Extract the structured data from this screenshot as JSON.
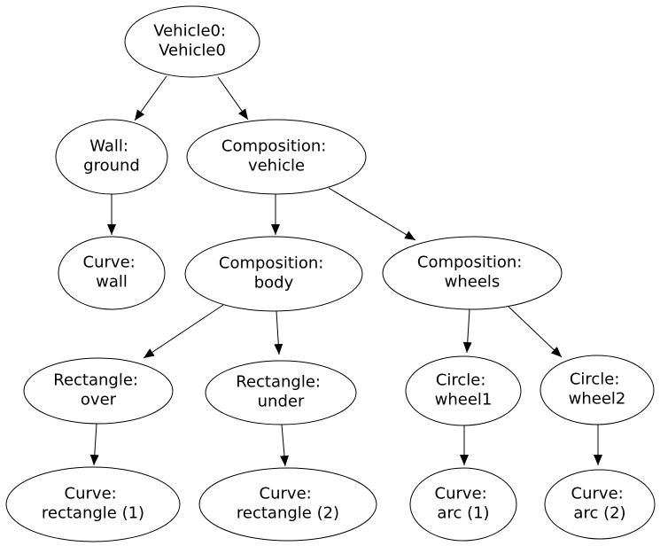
{
  "diagram": {
    "type": "directed-graph",
    "background_color": "#ffffff",
    "node_fill_color": "#ffffff",
    "node_stroke_color": "#000000",
    "edge_color": "#000000",
    "text_color": "#000000",
    "nodes": [
      {
        "id": "vehicle0",
        "line1": "Vehicle0:",
        "line2": "Vehicle0"
      },
      {
        "id": "wall-ground",
        "line1": "Wall:",
        "line2": "ground"
      },
      {
        "id": "composition-vehicle",
        "line1": "Composition:",
        "line2": "vehicle"
      },
      {
        "id": "curve-wall",
        "line1": "Curve:",
        "line2": "wall"
      },
      {
        "id": "composition-body",
        "line1": "Composition:",
        "line2": "body"
      },
      {
        "id": "composition-wheels",
        "line1": "Composition:",
        "line2": "wheels"
      },
      {
        "id": "rectangle-over",
        "line1": "Rectangle:",
        "line2": "over"
      },
      {
        "id": "rectangle-under",
        "line1": "Rectangle:",
        "line2": "under"
      },
      {
        "id": "circle-wheel1",
        "line1": "Circle:",
        "line2": "wheel1"
      },
      {
        "id": "circle-wheel2",
        "line1": "Circle:",
        "line2": "wheel2"
      },
      {
        "id": "curve-rectangle-1",
        "line1": "Curve:",
        "line2": "rectangle (1)"
      },
      {
        "id": "curve-rectangle-2",
        "line1": "Curve:",
        "line2": "rectangle (2)"
      },
      {
        "id": "curve-arc-1",
        "line1": "Curve:",
        "line2": "arc (1)"
      },
      {
        "id": "curve-arc-2",
        "line1": "Curve:",
        "line2": "arc (2)"
      }
    ],
    "edges": [
      {
        "from": "vehicle0",
        "to": "wall-ground"
      },
      {
        "from": "vehicle0",
        "to": "composition-vehicle"
      },
      {
        "from": "wall-ground",
        "to": "curve-wall"
      },
      {
        "from": "composition-vehicle",
        "to": "composition-body"
      },
      {
        "from": "composition-vehicle",
        "to": "composition-wheels"
      },
      {
        "from": "composition-body",
        "to": "rectangle-over"
      },
      {
        "from": "composition-body",
        "to": "rectangle-under"
      },
      {
        "from": "composition-wheels",
        "to": "circle-wheel1"
      },
      {
        "from": "composition-wheels",
        "to": "circle-wheel2"
      },
      {
        "from": "rectangle-over",
        "to": "curve-rectangle-1"
      },
      {
        "from": "rectangle-under",
        "to": "curve-rectangle-2"
      },
      {
        "from": "circle-wheel1",
        "to": "curve-arc-1"
      },
      {
        "from": "circle-wheel2",
        "to": "curve-arc-2"
      }
    ]
  }
}
